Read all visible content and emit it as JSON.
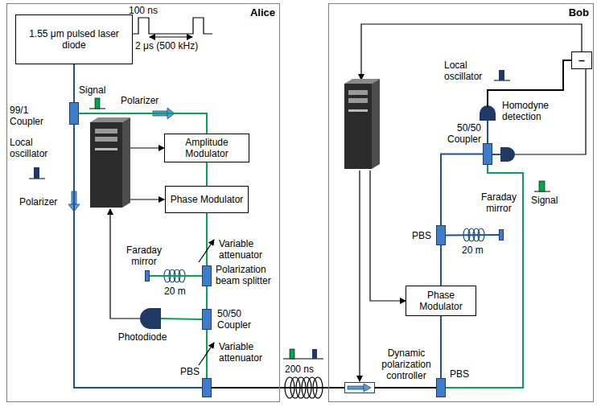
{
  "diagram": {
    "nodes": [
      {
        "text": [
          "Alice"
        ]
      },
      {
        "text": [
          "1.55 μm pulsed laser diode"
        ],
        "in": 0
      },
      {
        "text": [
          "99/1 Coupler"
        ],
        "in": 0
      },
      {
        "text": [
          "Amplitude Modulator"
        ],
        "in": 0
      },
      {
        "text": [
          "Phase Modulator"
        ],
        "in": 0
      },
      {
        "text": [
          "Variable attenuator"
        ],
        "in": 0
      },
      {
        "text": [
          "Polarization beam splitter"
        ],
        "in": 0
      },
      {
        "text": [
          "Faraday mirror"
        ],
        "in": 0
      },
      {
        "text": [
          "50/50 Coupler"
        ],
        "in": 0
      },
      {
        "text": [
          "Photodiode"
        ],
        "in": 0
      },
      {
        "text": [
          "Variable attenuator"
        ],
        "in": 0
      },
      {
        "text": [
          "PBS"
        ],
        "in": 0
      },
      {
        "text": [
          "Bob"
        ]
      },
      {
        "text": [
          "–"
        ],
        "in": 12
      },
      {
        "text": [
          "Homodyne detection"
        ],
        "in": 12
      },
      {
        "text": [
          "50/50 Coupler"
        ],
        "in": 12
      },
      {
        "text": [
          "Faraday mirror"
        ],
        "in": 12
      },
      {
        "text": [
          "PBS"
        ],
        "in": 12
      },
      {
        "text": [
          "Phase Modulator"
        ],
        "in": 12
      },
      {
        "text": [
          "Dynamic polarization controller"
        ],
        "in": 12
      },
      {
        "text": [
          "PBS"
        ],
        "in": 12
      }
    ],
    "edges": [
      {
        "from": 1,
        "to": 2,
        "arrow": "none"
      },
      {
        "from": 2,
        "to": 3,
        "arrow": "none"
      },
      {
        "from": 3,
        "to": 4,
        "arrow": "none"
      },
      {
        "from": 4,
        "to": 5,
        "arrow": "none"
      },
      {
        "from": 5,
        "to": 6,
        "arrow": "none"
      },
      {
        "from": 6,
        "to": 7,
        "arrow": "none"
      },
      {
        "from": 6,
        "to": 8,
        "arrow": "none"
      },
      {
        "from": 8,
        "to": 9,
        "arrow": "none"
      },
      {
        "from": 8,
        "to": 10,
        "arrow": "none"
      },
      {
        "from": 10,
        "to": 11,
        "arrow": "none"
      },
      {
        "from": 2,
        "to": 11,
        "arrow": "none"
      },
      {
        "from": 11,
        "to": 19,
        "arrow": "none"
      },
      {
        "from": 19,
        "to": 20,
        "arrow": "none"
      },
      {
        "from": 20,
        "to": 18,
        "arrow": "none"
      },
      {
        "from": 18,
        "to": 17,
        "arrow": "none"
      },
      {
        "from": 17,
        "to": 16,
        "arrow": "none"
      },
      {
        "from": 17,
        "to": 15,
        "arrow": "none"
      },
      {
        "from": 20,
        "to": 15,
        "arrow": "none"
      },
      {
        "from": 15,
        "to": 14,
        "arrow": "none"
      },
      {
        "from": 14,
        "to": 13,
        "arrow": "none"
      }
    ],
    "labels": [
      "100 ns",
      "2 μs (500 kHz)",
      "Signal",
      "Polarizer",
      "Local oscillator",
      "Polarizer",
      "20 m",
      "200 ns",
      "Local oscillator",
      "Signal",
      "20 m"
    ]
  }
}
